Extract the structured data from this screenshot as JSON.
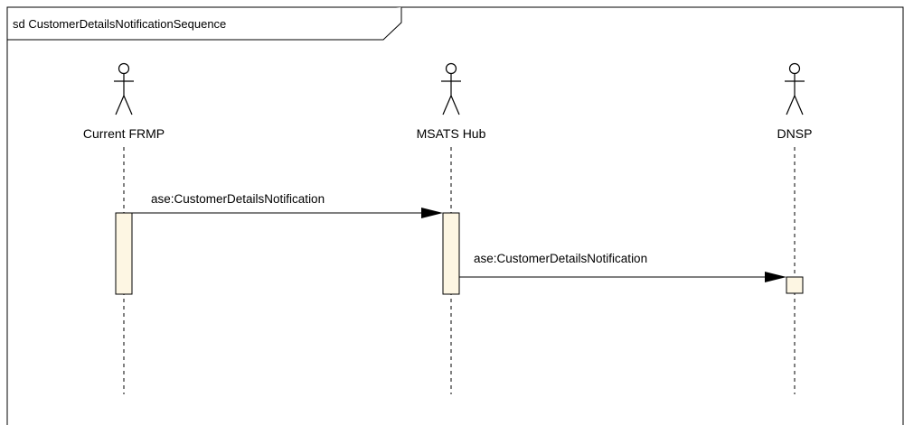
{
  "frame": {
    "title": "sd CustomerDetailsNotificationSequence"
  },
  "lifelines": [
    {
      "id": "current-frmp",
      "label": "Current FRMP"
    },
    {
      "id": "msats-hub",
      "label": "MSATS Hub"
    },
    {
      "id": "dnsp",
      "label": "DNSP"
    }
  ],
  "messages": [
    {
      "from": "Current FRMP",
      "to": "MSATS Hub",
      "label": "ase:CustomerDetailsNotification"
    },
    {
      "from": "MSATS Hub",
      "to": "DNSP",
      "label": "ase:CustomerDetailsNotification"
    }
  ],
  "colors": {
    "activation_fill": "#fdf6e3",
    "line": "#000000",
    "background": "#ffffff"
  }
}
